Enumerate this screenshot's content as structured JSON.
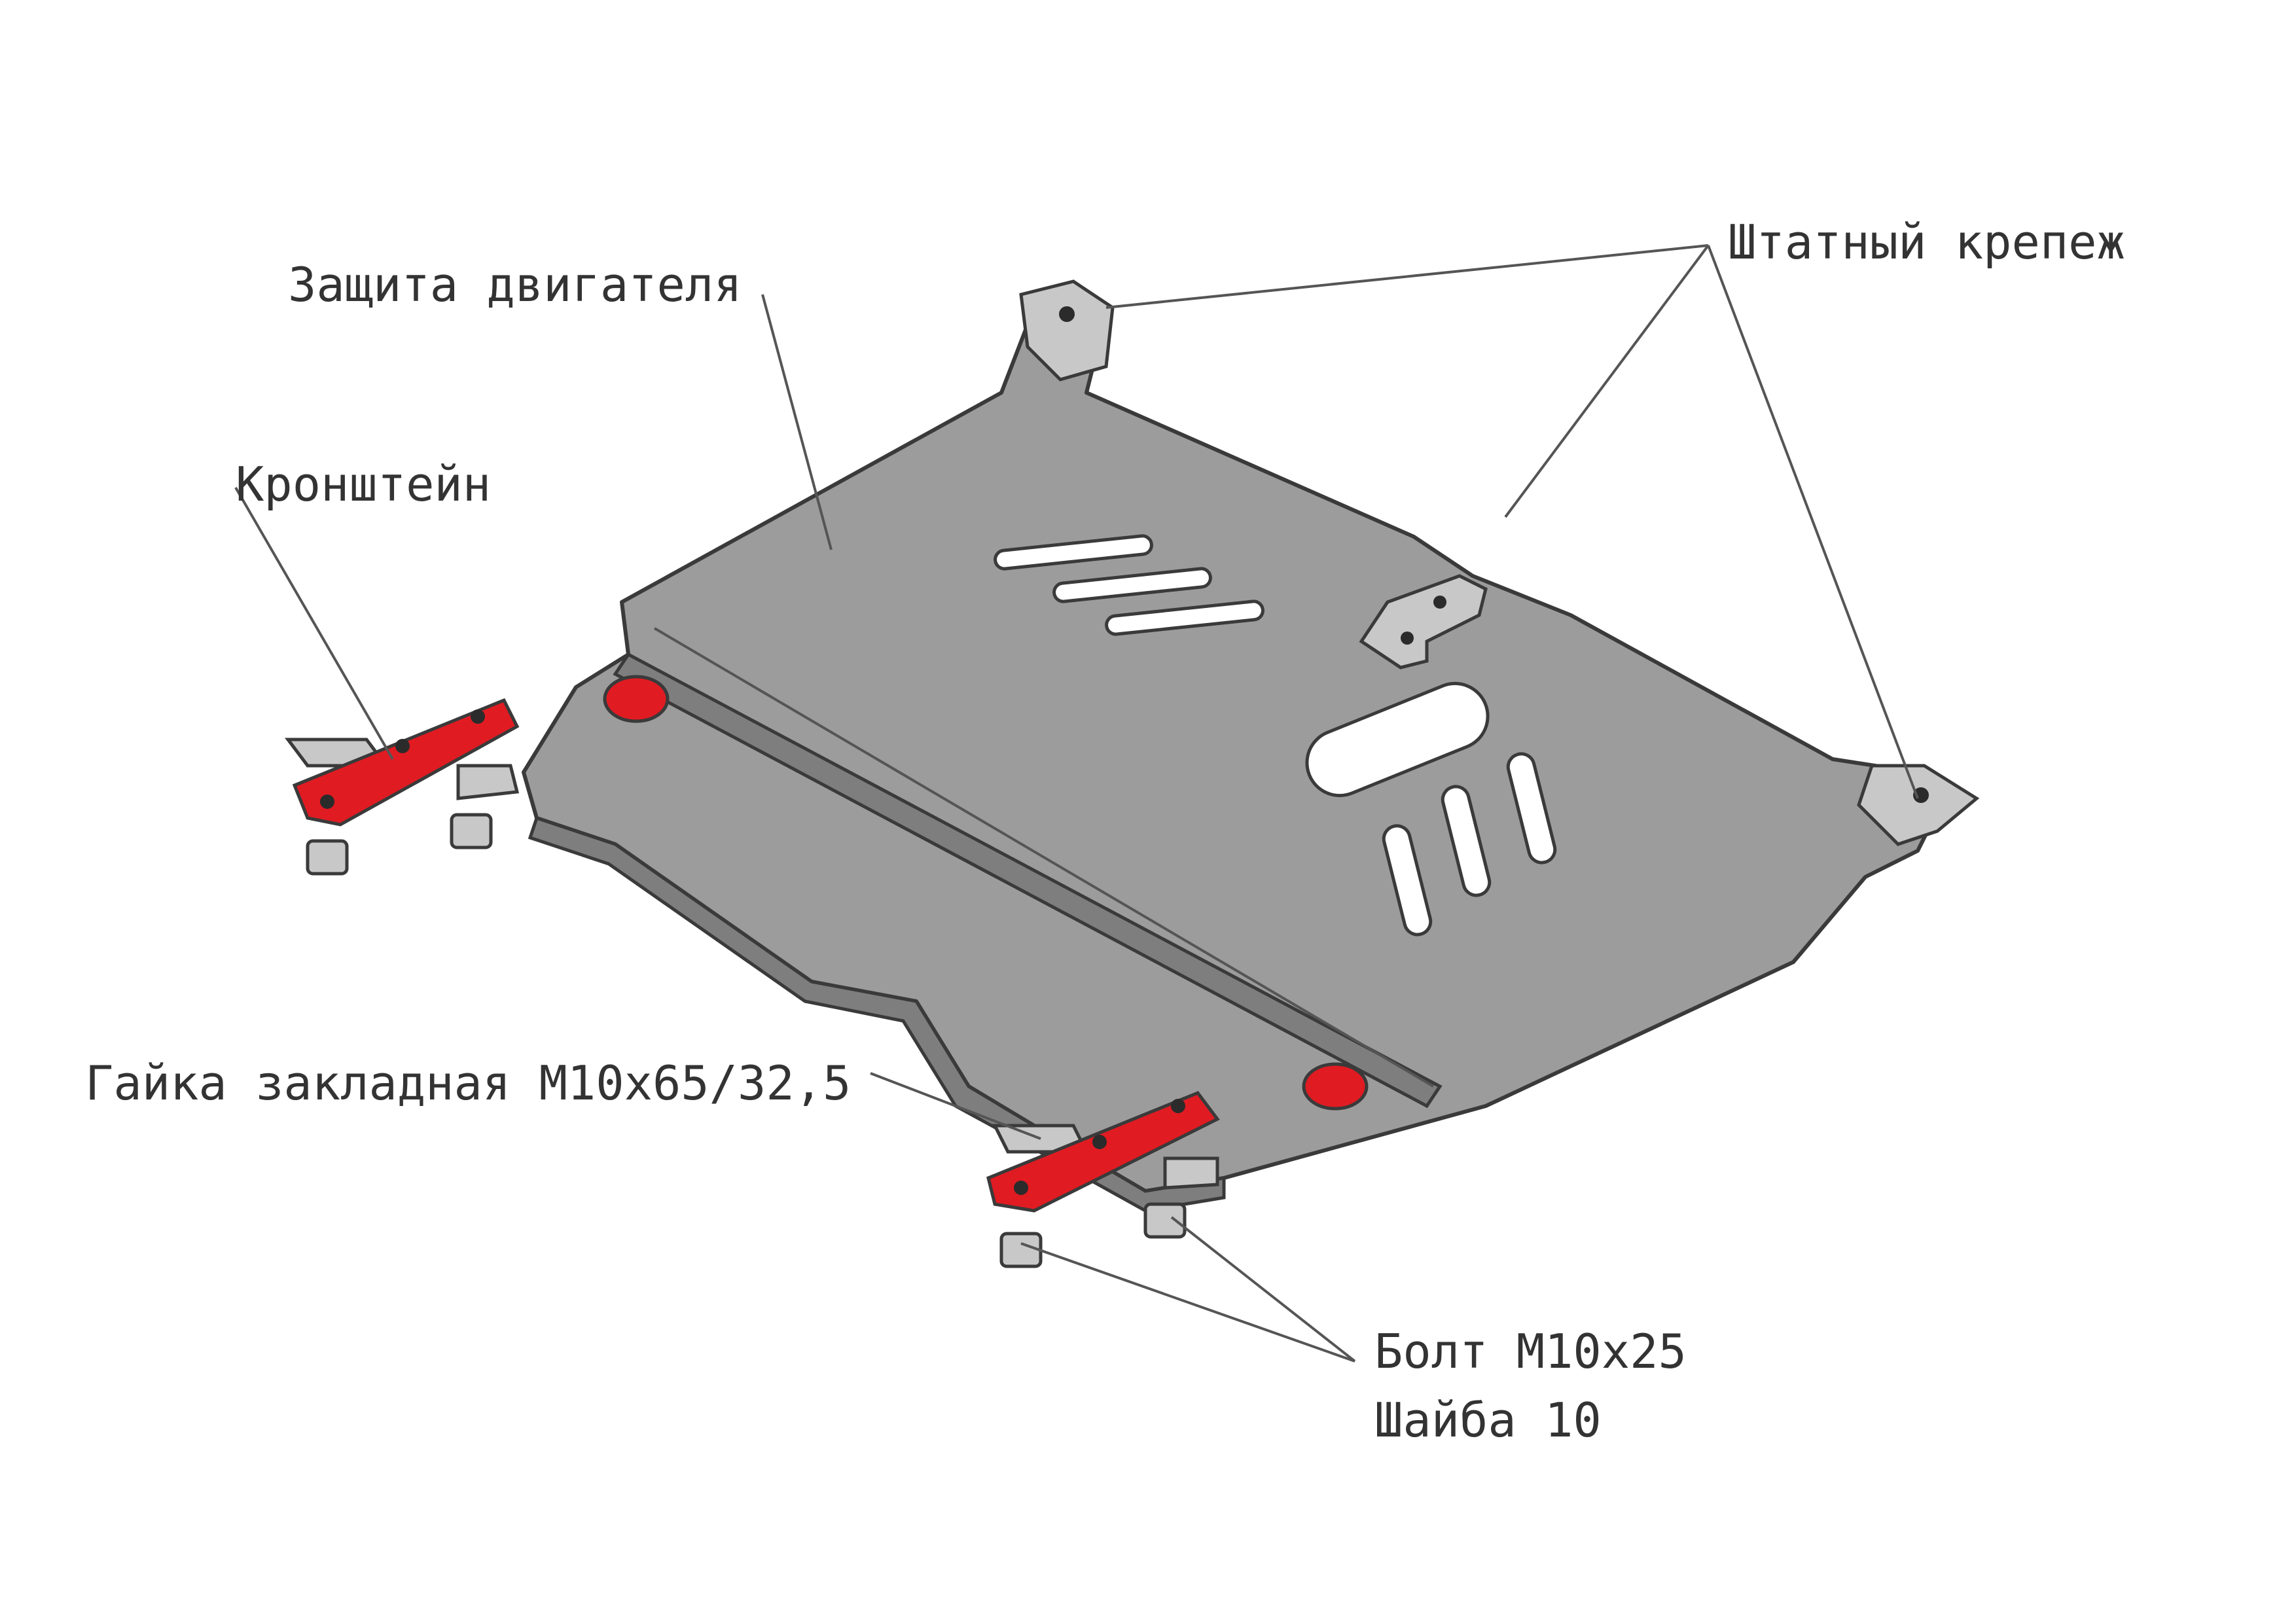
{
  "labels": {
    "engine_guard": "Защита двигателя",
    "standard_fasteners": "Штатный крепеж",
    "bracket": "Кронштейн",
    "nut": "Гайка закладная М10х65/32,5",
    "bolt": "Болт М10х25",
    "washer": "Шайба 10"
  },
  "colors": {
    "plate": "#9c9c9c",
    "bracket": "#e11b22",
    "outline": "#3a3a3a",
    "text": "#333333"
  }
}
